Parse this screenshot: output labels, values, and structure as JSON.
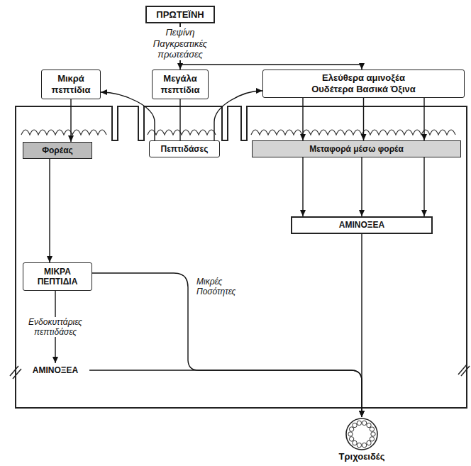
{
  "diagram": {
    "nodes": [
      {
        "text": [
          "ΠΡΩΤΕΪΝΗ"
        ]
      },
      {
        "text": [
          "Μικρά πεπτίδια"
        ]
      },
      {
        "text": [
          "Μεγάλα πεπτίδια"
        ]
      },
      {
        "text": [
          "Ελεύθερα αμινοξέα",
          "Ουδέτερα Βασικά Όξινα"
        ]
      },
      {
        "text": [
          "Φορέας"
        ]
      },
      {
        "text": [
          "Πεπτιδάσες"
        ]
      },
      {
        "text": [
          "Μεταφορά μέσω φορέα"
        ]
      },
      {
        "text": [
          "ΑΜΙΝΟΞΕΑ"
        ]
      },
      {
        "text": [
          "ΜΙΚΡΑ ΠΕΠΤΙΔΙΑ"
        ]
      },
      {
        "text": [
          "ΑΜΙΝΟΞΕΑ"
        ]
      },
      {
        "text": [
          "Τριχοειδές"
        ]
      }
    ],
    "edges": [
      {
        "from": 0,
        "to": 2,
        "arrow": "to",
        "label": "Πεψίνη Παγκρεατικές πρωτεάσες"
      },
      {
        "from": 0,
        "to": 3,
        "arrow": "to"
      },
      {
        "from": 2,
        "to": 5,
        "arrow": "none"
      },
      {
        "from": 5,
        "to": 1,
        "arrow": "to"
      },
      {
        "from": 5,
        "to": 3,
        "arrow": "to"
      },
      {
        "from": 1,
        "to": 4,
        "arrow": "to"
      },
      {
        "from": 3,
        "to": 6,
        "arrow": "to"
      },
      {
        "from": 6,
        "to": 7,
        "arrow": "to"
      },
      {
        "from": 4,
        "to": 8,
        "arrow": "to"
      },
      {
        "from": 8,
        "to": 9,
        "arrow": "to",
        "label": "Ενδοκυττάριες πεπτιδάσες"
      },
      {
        "from": 8,
        "to": 10,
        "arrow": "to",
        "label": "Μικρές Ποσότητες"
      },
      {
        "from": 9,
        "to": 10,
        "arrow": "to"
      },
      {
        "from": 7,
        "to": 10,
        "arrow": "to"
      }
    ]
  }
}
